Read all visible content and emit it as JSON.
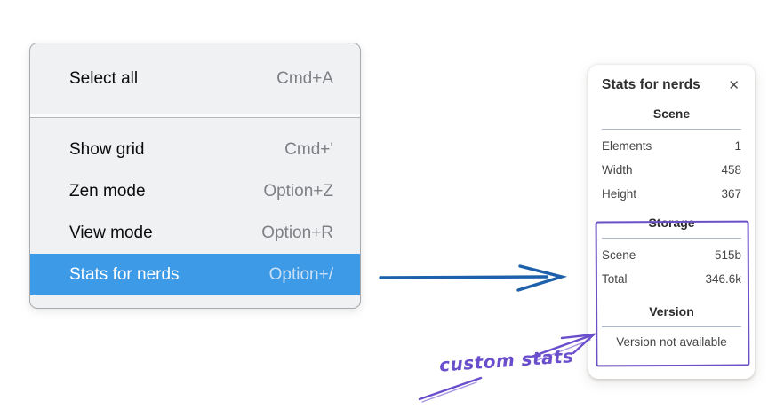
{
  "context_menu": {
    "items": [
      {
        "label": "Select all",
        "shortcut": "Cmd+A",
        "highlighted": false
      },
      {
        "label": "Show grid",
        "shortcut": "Cmd+'",
        "highlighted": false
      },
      {
        "label": "Zen mode",
        "shortcut": "Option+Z",
        "highlighted": false
      },
      {
        "label": "View mode",
        "shortcut": "Option+R",
        "highlighted": false
      },
      {
        "label": "Stats for nerds",
        "shortcut": "Option+/",
        "highlighted": true
      }
    ]
  },
  "stats_panel": {
    "title": "Stats for nerds",
    "close_icon": "✕",
    "sections": [
      {
        "heading": "Scene",
        "rows": [
          [
            "Elements",
            "1"
          ],
          [
            "Width",
            "458"
          ],
          [
            "Height",
            "367"
          ]
        ]
      },
      {
        "heading": "Storage",
        "rows": [
          [
            "Scene",
            "515b"
          ],
          [
            "Total",
            "346.6k"
          ]
        ]
      },
      {
        "heading": "Version",
        "note": "Version not available"
      }
    ]
  },
  "annotation": {
    "label": "custom stats"
  },
  "colors": {
    "menu_highlight": "#3d9ae7",
    "menu_background": "#f0f1f3",
    "arrow_blue": "#1d60ac",
    "annotation_purple": "#6a4ecb",
    "box_purple": "#6950c6"
  }
}
